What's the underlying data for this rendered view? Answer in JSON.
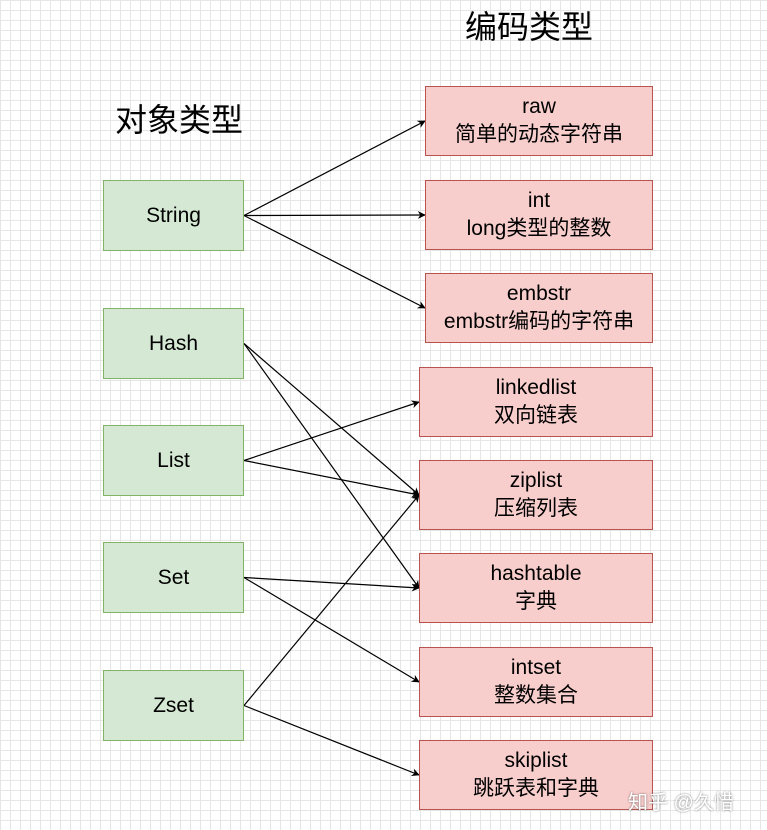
{
  "headings": {
    "encoding": "编码类型",
    "object": "对象类型"
  },
  "objects": [
    "String",
    "Hash",
    "List",
    "Set",
    "Zset"
  ],
  "encodings": [
    {
      "line1": "raw",
      "line2": "简单的动态字符串"
    },
    {
      "line1": "int",
      "line2": "long类型的整数"
    },
    {
      "line1": "embstr",
      "line2": "embstr编码的字符串"
    },
    {
      "line1": "linkedlist",
      "line2": "双向链表"
    },
    {
      "line1": "ziplist",
      "line2": "压缩列表"
    },
    {
      "line1": "hashtable",
      "line2": "字典"
    },
    {
      "line1": "intset",
      "line2": "整数集合"
    },
    {
      "line1": "skiplist",
      "line2": "跳跃表和字典"
    }
  ],
  "edges": [
    {
      "from": "String",
      "to": "raw"
    },
    {
      "from": "String",
      "to": "int"
    },
    {
      "from": "String",
      "to": "embstr"
    },
    {
      "from": "Hash",
      "to": "ziplist"
    },
    {
      "from": "Hash",
      "to": "hashtable"
    },
    {
      "from": "List",
      "to": "linkedlist"
    },
    {
      "from": "List",
      "to": "ziplist"
    },
    {
      "from": "Set",
      "to": "hashtable"
    },
    {
      "from": "Set",
      "to": "intset"
    },
    {
      "from": "Zset",
      "to": "ziplist"
    },
    {
      "from": "Zset",
      "to": "skiplist"
    }
  ],
  "colors": {
    "object_fill": "#d5e8d4",
    "object_stroke": "#82b366",
    "encoding_fill": "#f8cecc",
    "encoding_stroke": "#b85450",
    "edge": "#000000"
  },
  "watermark": "知乎 @久惜"
}
